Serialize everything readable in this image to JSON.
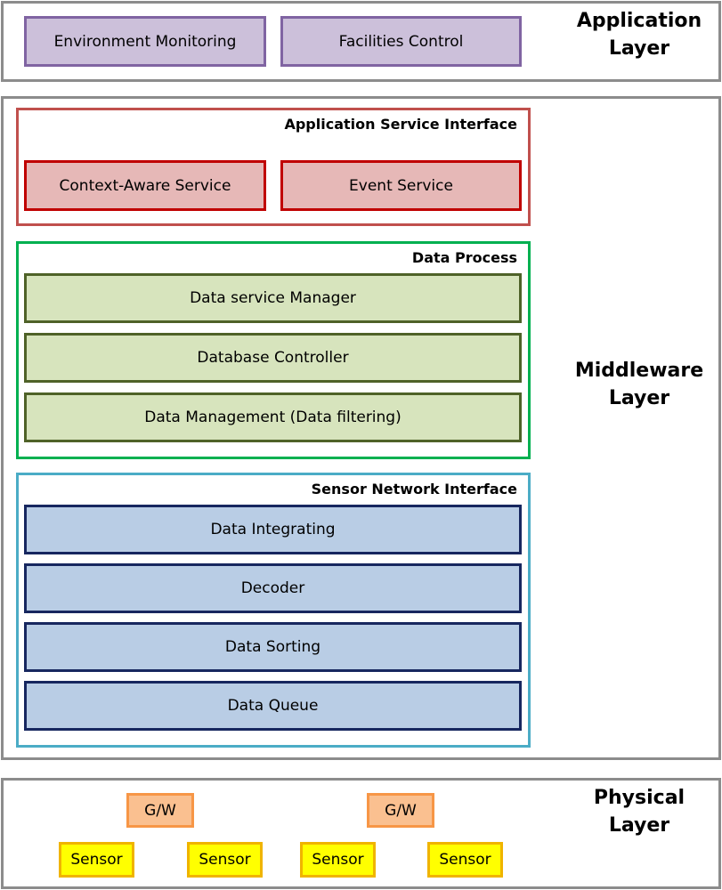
{
  "application_layer": {
    "label_line1": "Application",
    "label_line2": "Layer",
    "boxes": [
      "Environment Monitoring",
      "Facilities Control"
    ]
  },
  "middleware_layer": {
    "label_line1": "Middleware",
    "label_line2": "Layer",
    "application_service_interface": {
      "title": "Application Service Interface",
      "boxes": [
        "Context-Aware Service",
        "Event Service"
      ]
    },
    "data_process": {
      "title": "Data Process",
      "boxes": [
        "Data service Manager",
        "Database Controller",
        "Data Management (Data filtering)"
      ]
    },
    "sensor_network_interface": {
      "title": "Sensor Network Interface",
      "boxes": [
        "Data Integrating",
        "Decoder",
        "Data Sorting",
        "Data Queue"
      ]
    }
  },
  "physical_layer": {
    "label_line1": "Physical",
    "label_line2": "Layer",
    "gateways": [
      "G/W",
      "G/W"
    ],
    "sensors": [
      "Sensor",
      "Sensor",
      "Sensor",
      "Sensor"
    ]
  },
  "colors": {
    "layer_border": "#8c8c8c",
    "application_box": "#ccc0da",
    "service_box": "#e6b8b7",
    "service_group_border": "#c0504d",
    "data_process_box": "#d7e4bd",
    "data_process_group_border": "#00b050",
    "sensor_interface_box": "#b9cde5",
    "sensor_interface_group_border": "#4bacc6",
    "gateway_box": "#fac090",
    "sensor_box": "#ffff00"
  }
}
